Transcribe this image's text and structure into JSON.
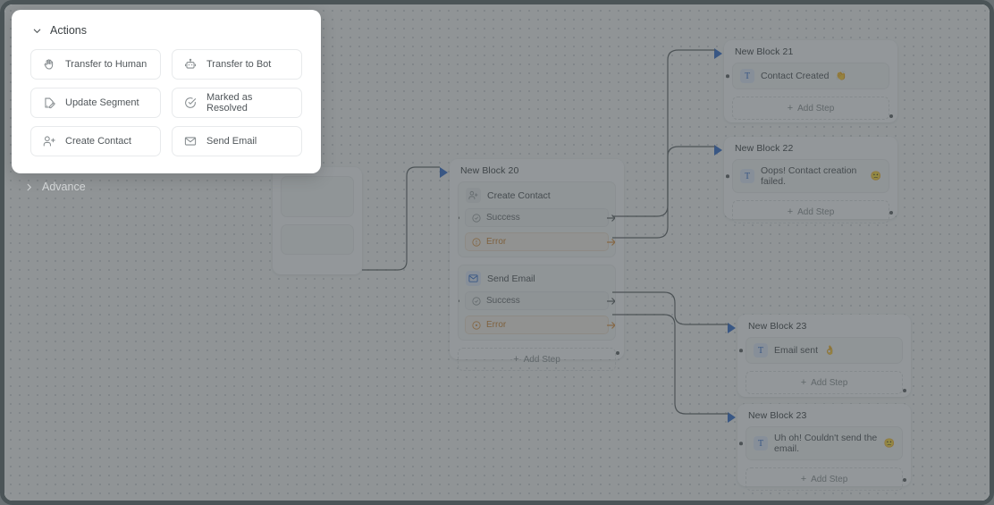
{
  "panel": {
    "title": "Actions",
    "collapse_icon": "chevron-down-icon",
    "actions": [
      {
        "label": "Transfer to Human",
        "icon": "hand-icon"
      },
      {
        "label": "Transfer to Bot",
        "icon": "robot-icon"
      },
      {
        "label": "Update Segment",
        "icon": "document-pencil-icon"
      },
      {
        "label": "Marked as Resolved",
        "icon": "check-circle-icon"
      },
      {
        "label": "Create Contact",
        "icon": "person-plus-icon"
      },
      {
        "label": "Send Email",
        "icon": "envelope-icon"
      }
    ]
  },
  "advance": {
    "label": "Advance",
    "expand_icon": "chevron-right-icon"
  },
  "canvas": {
    "add_step_label": "Add Step",
    "nodes": [
      {
        "id": "block20",
        "title": "New Block 20",
        "steps": [
          {
            "name": "Create Contact",
            "icon": "person-plus-icon",
            "icon_style": "grey",
            "branches": [
              {
                "label": "Success",
                "type": "success",
                "icon": "check-circle-icon"
              },
              {
                "label": "Error",
                "type": "error",
                "icon": "alert-circle-icon"
              }
            ]
          },
          {
            "name": "Send Email",
            "icon": "envelope-icon",
            "icon_style": "blue",
            "branches": [
              {
                "label": "Success",
                "type": "success",
                "icon": "check-circle-icon"
              },
              {
                "label": "Error",
                "type": "error",
                "icon": "alert-circle-icon"
              }
            ]
          }
        ]
      },
      {
        "id": "block21",
        "title": "New Block 21",
        "message": {
          "text": "Contact Created",
          "emoji": "👏",
          "icon": "text-icon"
        }
      },
      {
        "id": "block22",
        "title": "New Block 22",
        "message": {
          "text": "Oops! Contact creation failed.",
          "emoji": "🙁",
          "icon": "text-icon"
        }
      },
      {
        "id": "block23a",
        "title": "New Block 23",
        "message": {
          "text": "Email sent",
          "emoji": "👌",
          "icon": "text-icon"
        }
      },
      {
        "id": "block23b",
        "title": "New Block 23",
        "message": {
          "text": "Uh oh! Couldn't send the email.",
          "emoji": "🙁",
          "icon": "text-icon"
        }
      }
    ]
  },
  "colors": {
    "accent_blue": "#2563c9",
    "error_orange": "#c97b22",
    "canvas_bg": "#f2f3f4",
    "node_bg": "#fbfbfc",
    "frame_border": "#4b5457"
  }
}
